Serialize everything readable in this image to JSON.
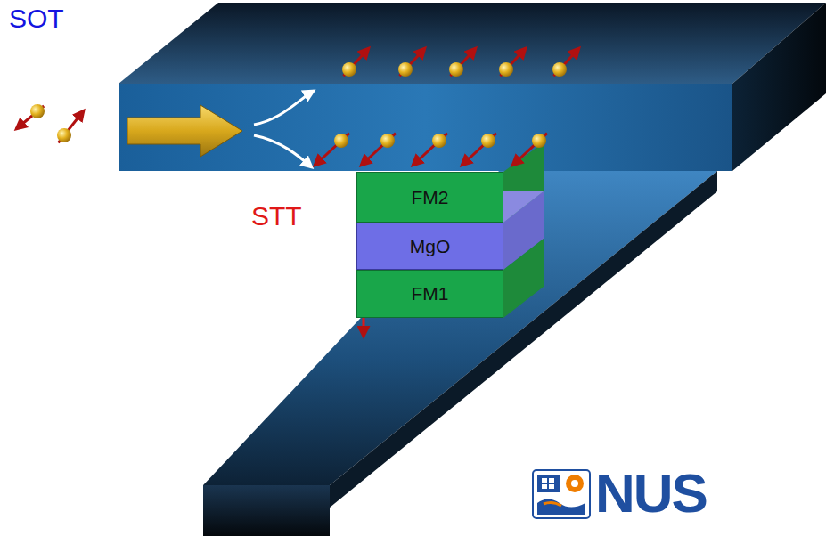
{
  "diagram": {
    "nodes": [
      {
        "text": [
          "FM2"
        ]
      },
      {
        "text": [
          "MgO"
        ]
      },
      {
        "text": [
          "FM1"
        ]
      }
    ],
    "labels": [
      "SOT",
      "STT",
      "NUS"
    ]
  }
}
